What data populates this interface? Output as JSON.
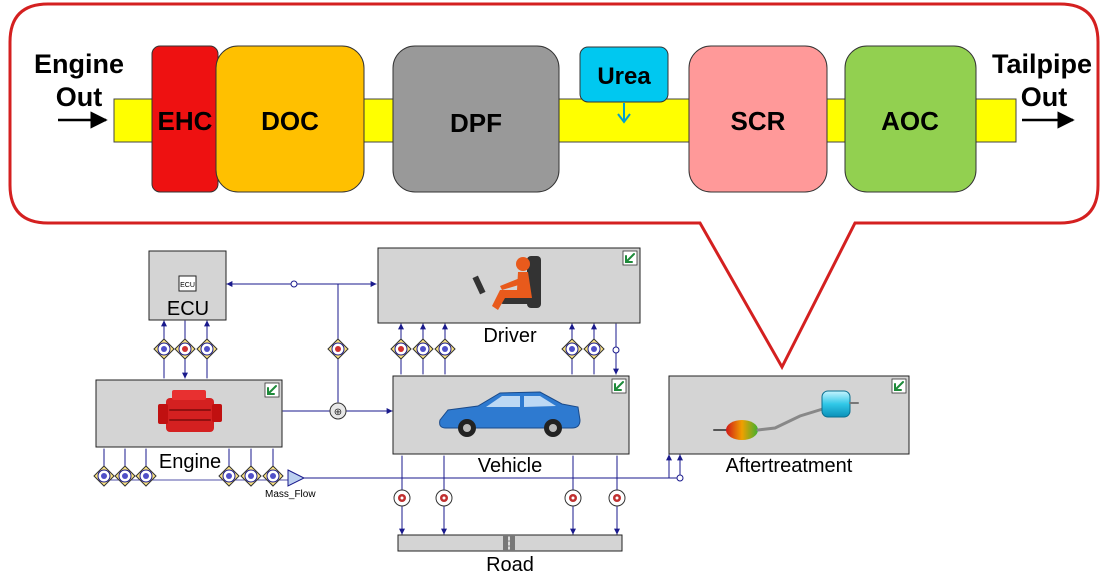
{
  "callout": {
    "engine_out_line1": "Engine",
    "engine_out_line2": "Out",
    "tailpipe_out_line1": "Tailpipe",
    "tailpipe_out_line2": "Out",
    "blocks": {
      "ehc": "EHC",
      "doc": "DOC",
      "dpf": "DPF",
      "urea": "Urea",
      "scr": "SCR",
      "aoc": "AOC"
    },
    "colors": {
      "border": "#d42020",
      "pipe": "#ffff00",
      "ehc": "#ee1111",
      "doc": "#ffc000",
      "dpf": "#999999",
      "urea": "#00c8f0",
      "scr": "#ff9999",
      "aoc": "#92d050"
    }
  },
  "model": {
    "ecu": {
      "label": "ECU",
      "icon": "ecu-chip-icon",
      "chip_text": "ECU"
    },
    "driver": {
      "label": "Driver",
      "icon": "seated-driver-icon"
    },
    "engine": {
      "label": "Engine",
      "icon": "engine-block-icon"
    },
    "vehicle": {
      "label": "Vehicle",
      "icon": "sedan-car-icon"
    },
    "aftertreatment": {
      "label": "Aftertreatment",
      "icon": "exhaust-system-icon"
    },
    "road": {
      "label": "Road"
    },
    "mass_flow": {
      "label": "Mass_Flow"
    },
    "colors": {
      "block_fill": "#d4d4d4",
      "wire": "#1a1a8c",
      "corner_badge": "#1e8a3a"
    }
  }
}
